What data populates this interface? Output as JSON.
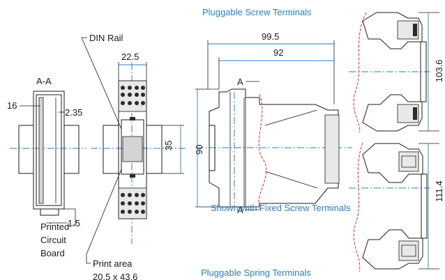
{
  "labels": {
    "section": "A-A",
    "din_rail": "DIN Rail",
    "pcb": [
      "Printed",
      "Circuit",
      "Board"
    ],
    "print_area": [
      "Print area",
      "20.5 x 43.6"
    ],
    "pluggable_screw": "Pluggable Screw Terminals",
    "pluggable_spring": "Pluggable Spring Terminals",
    "fixed_screw": "Shown with Fixed Screw Terminals",
    "section_mark_top": "A",
    "section_mark_bottom": "A"
  },
  "dimensions": {
    "width_22_5": "22.5",
    "height_35": "35",
    "height_90": "90",
    "depth_99_5": "99.5",
    "depth_92": "92",
    "wall_16": "16",
    "wall_2_35": "2.35",
    "wall_1_5": "1.5",
    "screw_103_6": "103.6",
    "spring_111_4": "111.4"
  },
  "colors": {
    "line": "#1a1a1a",
    "dimension_blue": "#2a7fc0",
    "break_red": "#d42a2a"
  }
}
